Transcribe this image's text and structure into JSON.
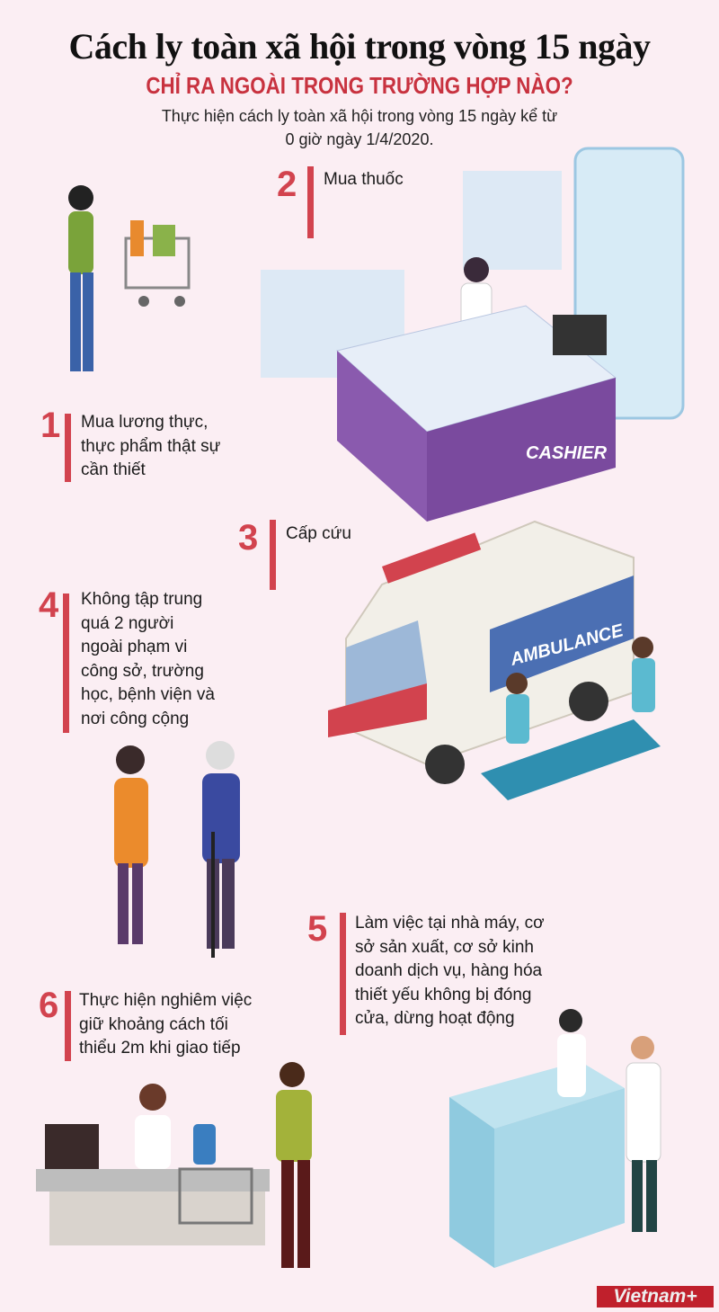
{
  "header": {
    "title": "Cách ly toàn xã hội trong vòng 15 ngày",
    "subtitle": "CHỈ RA NGOÀI TRONG TRƯỜNG HỢP NÀO?",
    "intro_line1": "Thực hiện cách ly toàn xã hội trong vòng 15 ngày kể từ",
    "intro_line2": "0 giờ ngày 1/4/2020."
  },
  "items": [
    {
      "number": "1",
      "lines": [
        "Mua lương thực,",
        "thực phẩm thật sự",
        "cần thiết"
      ]
    },
    {
      "number": "2",
      "lines": [
        "Mua thuốc"
      ]
    },
    {
      "number": "3",
      "lines": [
        "Cấp cứu"
      ]
    },
    {
      "number": "4",
      "lines": [
        "Không tập trung",
        "quá 2 người",
        "ngoài phạm vi",
        "công sở, trường",
        "học, bệnh viện và",
        "nơi công cộng"
      ]
    },
    {
      "number": "5",
      "lines": [
        "Làm việc tại nhà máy, cơ",
        "sở sản xuất, cơ sở kinh",
        "doanh dịch vụ, hàng hóa",
        "thiết yếu không bị đóng",
        "cửa, dừng hoạt động"
      ]
    },
    {
      "number": "6",
      "lines": [
        "Thực hiện nghiêm việc",
        "giữ khoảng cách tối",
        "thiểu 2m khi giao tiếp"
      ]
    }
  ],
  "illustrations": {
    "cashier_label": "CASHIER",
    "ambulance_label": "AMBULANCE"
  },
  "logo": "Vietnam+",
  "colors": {
    "background": "#fbeef3",
    "accent": "#d2434e",
    "title": "#111111"
  }
}
